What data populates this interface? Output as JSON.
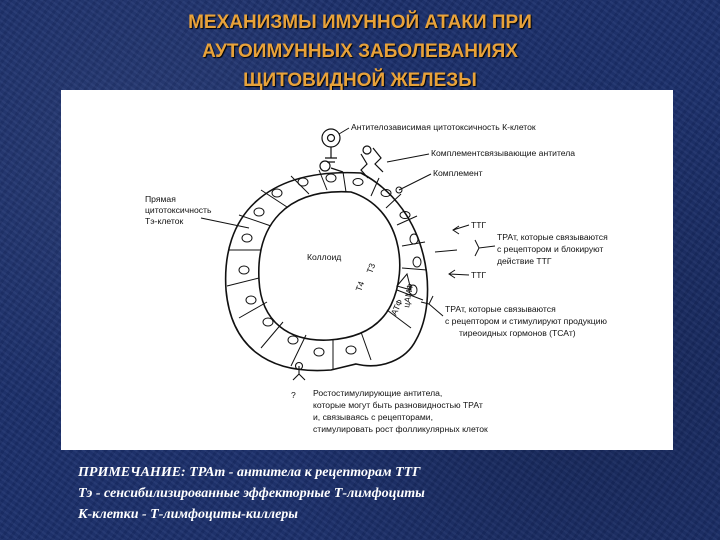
{
  "title": {
    "line1": "МЕХАНИЗМЫ ИМУННОЙ АТАКИ ПРИ",
    "line2": "АУТОИМУННЫХ ЗАБОЛЕВАНИЯХ",
    "line3": "ЩИТОВИДНОЙ ЖЕЛЕЗЫ"
  },
  "colors": {
    "background": "#1b2f6b",
    "title": "#e8a23a",
    "note": "#ffffff"
  },
  "diagram": {
    "colloid": "Коллоид",
    "antibody_dependent_k": "Антителозависимая цитотоксичность К-клеток",
    "complement_binding": "Комплементсвязывающие антитела",
    "complement": "Комплемент",
    "direct_1": "Прямая",
    "direct_2": "цитотоксичность",
    "direct_3": "Tэ-клеток",
    "ttg_1": "ТТГ",
    "blocking_1": "ТРАт, которые связываются",
    "blocking_2": "с рецептором и блокируют",
    "blocking_3": "действие ТТГ",
    "ttg_2": "ТТГ",
    "stim_1": "ТРАт, которые связываются",
    "stim_2": "с рецептором и стимулируют продукцию",
    "stim_3": "тиреоидных гормонов (ТСАт)",
    "t4": "T4",
    "t3": "T3",
    "camp": "цАМФ",
    "atf": "АТФ",
    "question": "?",
    "growth_1": "Ростостимулирующие антитела,",
    "growth_2": "которые могут быть разновидностью ТРАт",
    "growth_3": "и, связываясь с рецепторами,",
    "growth_4": "стимулировать рост фолликулярных клеток"
  },
  "note": {
    "line1": "ПРИМЕЧАНИЕ: ТРАт - антитела к рецепторам ТТГ",
    "line2": "Тэ - сенсибилизированные эффекторные Т-лимфоциты",
    "line3": "К-клетки - Т-лимфоциты-киллеры"
  }
}
